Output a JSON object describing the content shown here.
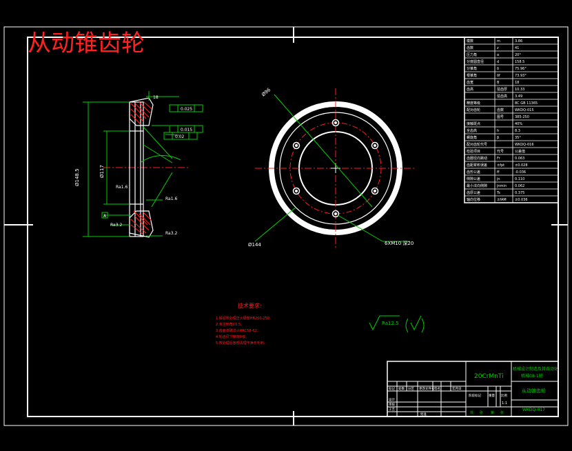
{
  "title": "从动锥齿轮",
  "material": "20CrMnTi",
  "drawing_number": "WKDQ-017",
  "part_name_block": "从动锥齿轮",
  "university_line1": "机械设计制造及其自动化",
  "university_line2": "机械08-1班",
  "scale": "1:1",
  "roughness_note": "Ra12.5",
  "tech_title": "技术要求:",
  "tech_notes": [
    "1.锻后热处理正火硬度HB200-250。",
    "2.未注倒角C0.5。",
    "3.齿面渗碳淬火HRC58-62。",
    "4.轮齿尺寸精度8级。",
    "5.热处理后各部清理干净无毛刺。"
  ],
  "param_table": [
    [
      "模数",
      "m",
      "3.86"
    ],
    [
      "齿数",
      "z",
      "41"
    ],
    [
      "压力角",
      "α",
      "20°"
    ],
    [
      "分度圆直径",
      "d",
      "158.5"
    ],
    [
      "分锥角",
      "δ",
      "75.96°"
    ],
    [
      "根锥角",
      "δf",
      "73.93°"
    ],
    [
      "齿宽",
      "B",
      "18"
    ],
    [
      "齿高",
      "弦齿厚",
      "10.33"
    ],
    [
      "",
      "弦齿高",
      "3.49"
    ],
    [
      "精度等级",
      "",
      "8C GB 11365"
    ],
    [
      "配对齿轮",
      "齿数",
      "WKDQ-015"
    ],
    [
      "",
      "图号",
      "385-250"
    ],
    [
      "接触斑点",
      "",
      "40%"
    ],
    [
      "全齿高",
      "h",
      "8.3"
    ],
    [
      "螺旋角",
      "β",
      "35°"
    ],
    [
      "配对齿轮代号",
      "",
      "WKDQ-016"
    ],
    [
      "检验项目",
      "代号",
      "公差值"
    ],
    [
      "齿圈径向跳动",
      "Fr",
      "0.063"
    ],
    [
      "齿距累积误差",
      "±fpt",
      "±0.028"
    ],
    [
      "齿形公差",
      "ff",
      "-0.036"
    ],
    [
      "侧隙公差",
      "jn",
      "0.110"
    ],
    [
      "最小法向侧隙",
      "jnmin",
      "0.062"
    ],
    [
      "齿厚公差",
      "Ts",
      "0.375"
    ],
    [
      "轴向位移",
      "±fAM",
      "±0.036"
    ]
  ],
  "title_block_headers": [
    "标记",
    "处数",
    "分区",
    "更改文件号",
    "签名",
    "年月日"
  ],
  "title_block_rows": [
    "设计",
    "审核",
    "工艺",
    "批准"
  ],
  "stage_labels": [
    "阶段标记",
    "重量",
    "比例"
  ],
  "sheet_labels": [
    "共",
    "张",
    "第",
    "张"
  ],
  "dims_section": {
    "width_top": "18",
    "dia_outer": "Ø148.5",
    "dia_bore": "Ø117",
    "tol1": "0.025",
    "tol2": "0.015",
    "tol3": "0.02",
    "r_label1": "Ra1.6",
    "r_label2": "Ra1.6",
    "r_label3": "Ra3.2",
    "r_label4": "Ra3.2",
    "datum": "A"
  },
  "dims_plan": {
    "bolt_circle": "Ø96",
    "inner_dia": "Ø144",
    "holes": "6XM10 深20"
  },
  "colors": {
    "white": "#ffffff",
    "red": "#ff2020",
    "green": "#00d000",
    "hatch": "#ff2020"
  }
}
